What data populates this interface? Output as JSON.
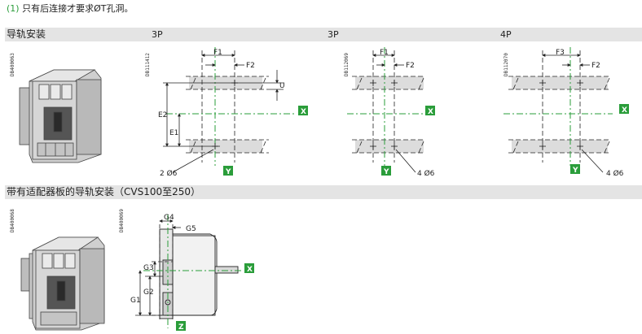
{
  "header": {
    "note_number": "(1)",
    "note_text": " 只有后连接才要求ØT孔洞。"
  },
  "section1": {
    "title": "导轨安装",
    "pole_labels": [
      "3P",
      "3P",
      "4P"
    ],
    "codes": [
      "DB400063",
      "DB111412",
      "DB112069",
      "DB112070"
    ],
    "diagram1": {
      "f1": "F1",
      "f2": "F2",
      "u": "U",
      "e1": "E1",
      "e2": "E2",
      "x": "X",
      "y": "Y",
      "holes": "2 Ø6"
    },
    "diagram2": {
      "f1": "F1",
      "f2": "F2",
      "x": "X",
      "y": "Y",
      "holes": "4 Ø6"
    },
    "diagram3": {
      "f3": "F3",
      "f2": "F2",
      "x": "X",
      "y": "Y",
      "holes": "4 Ø6"
    }
  },
  "section2": {
    "title": "带有适配器板的导轨安装（CVS100至250）",
    "codes": [
      "DB400068",
      "DB400069"
    ],
    "diagram": {
      "g1": "G1",
      "g2": "G2",
      "g3": "G3",
      "g4": "G4",
      "g5": "G5",
      "x": "X",
      "z": "Z"
    }
  },
  "colors": {
    "green": "#2a9d3a",
    "bar": "#e4e4e4",
    "band": "#dcdcdc"
  }
}
